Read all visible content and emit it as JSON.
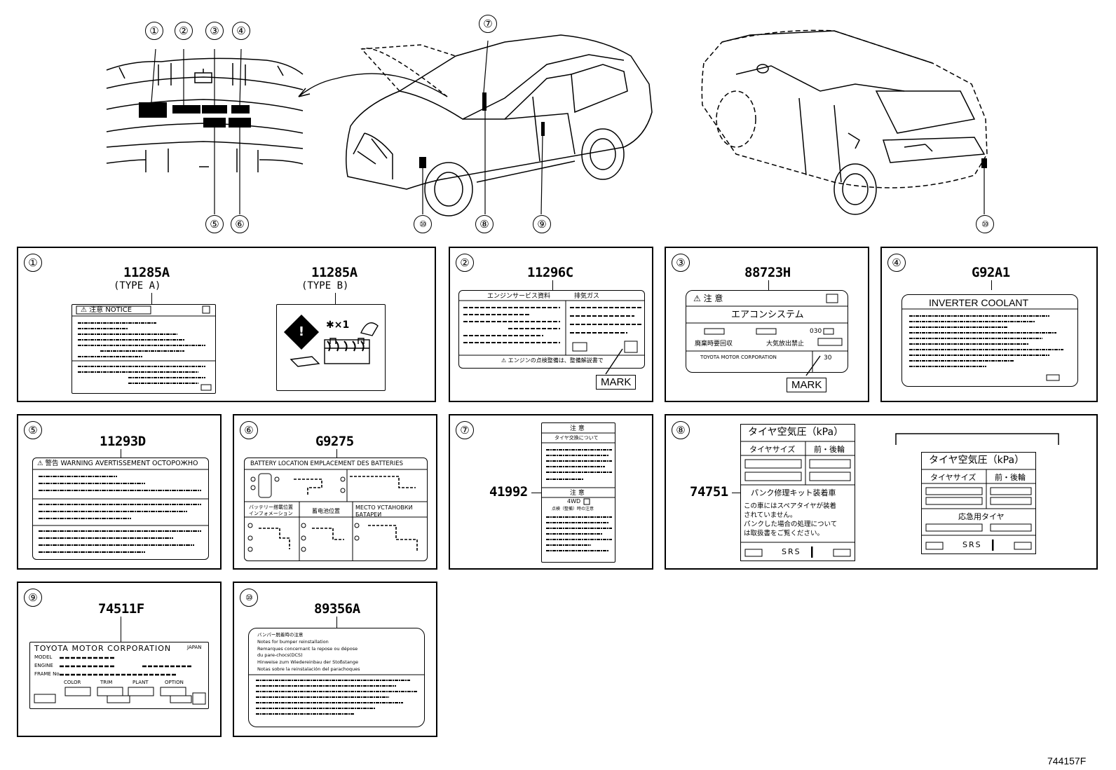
{
  "overview": {
    "engine_callouts": [
      "①",
      "②",
      "③",
      "④",
      "⑤",
      "⑥"
    ],
    "front_car_callouts": [
      "⑦",
      "⑩",
      "⑧",
      "⑨"
    ],
    "rear_car_callouts": [
      "⑩"
    ]
  },
  "panels": [
    {
      "num": "①",
      "parts": [
        {
          "pn": "11285A",
          "type": "(TYPE A)"
        },
        {
          "pn": "11285A",
          "type": "(TYPE B)"
        }
      ],
      "header_a": "⚠ 注意 NOTICE",
      "icon_b": "✱×1"
    },
    {
      "num": "②",
      "pn": "11296C",
      "header_left": "エンジンサービス資料",
      "header_right": "排気ガス",
      "footer": "⚠ エンジンの点検整備は、整備解説書で",
      "mark": "MARK"
    },
    {
      "num": "③",
      "pn": "88723H",
      "header": "⚠ 注 意",
      "title": "エアコンシステム",
      "code": "030",
      "row_left": "廃棄時要回収",
      "row_right": "大気放出禁止",
      "footer": "TOYOTA MOTOR CORPORATION",
      "box": "30",
      "mark": "MARK"
    },
    {
      "num": "④",
      "pn": "G92A1",
      "header": "INVERTER COOLANT"
    },
    {
      "num": "⑤",
      "pn": "11293D",
      "header": "⚠ 警告 WARNING AVERTISSEMENT ОСТОРОЖНО"
    },
    {
      "num": "⑥",
      "pn": "G9275",
      "header": "BATTERY LOCATION    EMPLACEMENT DES BATTERIES",
      "cell1": "バッテリー搭載位置\nインフォメーション",
      "cell2": "蓄电池位置",
      "cell3": "МЕСТО УСТАНОВКИ\nБАТАРЕИ"
    },
    {
      "num": "⑦",
      "pn": "41992",
      "header1": "注 意",
      "sub1": "タイヤ交換について",
      "header2": "注 意",
      "sub2": "4WD",
      "sub3": "点検（整備）時の注意"
    },
    {
      "num": "⑧",
      "pn": "74751",
      "title": "タイヤ空気圧（kPa）",
      "col1": "タイヤサイズ",
      "col2": "前・後輪",
      "kit": "パンク修理キット装着車",
      "note": [
        "この車にはスペアタイヤが装着",
        "されていません。",
        "パンクした場合の処理について",
        "は取扱書をご覧ください。"
      ],
      "srs": "SRS",
      "title_b": "タイヤ空気圧（kPa）",
      "col1_b": "タイヤサイズ",
      "col2_b": "前・後輪",
      "spare_b": "応急用タイヤ",
      "srs_b": "SRS"
    },
    {
      "num": "⑨",
      "pn": "74511F",
      "header": "TOYOTA MOTOR CORPORATION",
      "country": "JAPAN",
      "rows": [
        "MODEL",
        "ENGINE",
        "FRAME No."
      ],
      "cols": [
        "COLOR",
        "TRIM",
        "PLANT",
        "OPTION"
      ]
    },
    {
      "num": "⑩",
      "pn": "89356A",
      "lines": [
        "バンパー脱着時の注意",
        "Notes for bumper reinstallation",
        "Remarques concernant la repose ou dépose",
        "du pare-chocs(DCS)",
        "Hinweise zum Wiedereinbau der Stoßstange",
        "Notas sobre la reinstalación del parachoques"
      ]
    }
  ],
  "figure_id": "744157F"
}
